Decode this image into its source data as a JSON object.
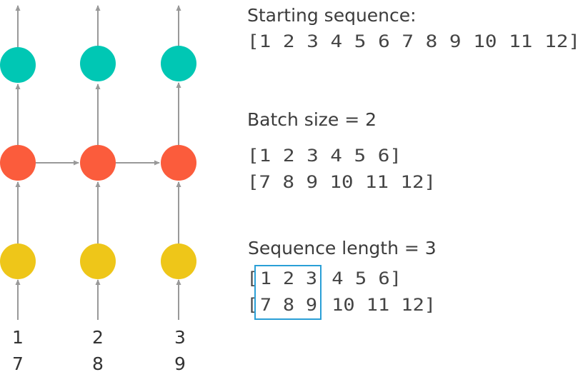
{
  "diagram": {
    "colors": {
      "output": "#00c7b4",
      "hidden": "#fb5c3c",
      "input": "#eec619",
      "arrow": "#999999",
      "highlight": "#2a9fd6"
    },
    "columns": [
      {
        "top": "1",
        "bottom": "7"
      },
      {
        "top": "2",
        "bottom": "8"
      },
      {
        "top": "3",
        "bottom": "9"
      }
    ],
    "starting": {
      "title": "Starting sequence:",
      "sequence": "[1 2 3 4 5 6 7 8 9 10 11 12]"
    },
    "batch": {
      "title": "Batch size = 2",
      "row1": "[1 2 3 4 5 6]",
      "row2": "[7 8 9 10 11 12]"
    },
    "seqlen": {
      "title": "Sequence length = 3",
      "row1_open": "[",
      "row1_window": "1 2 3",
      "row1_rest": " 4 5 6]",
      "row2_open": "[",
      "row2_window": "7 8 9",
      "row2_rest": " 10 11 12]"
    }
  }
}
